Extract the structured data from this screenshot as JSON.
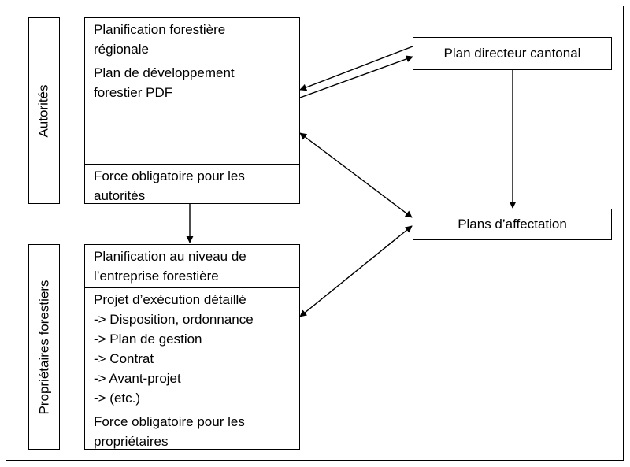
{
  "labels": {
    "authorities": "Autorités",
    "owners": "Propriétaires forestiers"
  },
  "regional": {
    "section1": [
      "Planification forestière",
      "régionale"
    ],
    "section2": [
      "Plan de développement",
      "forestier PDF"
    ],
    "section3": [
      "Force obligatoire pour les",
      "autorités"
    ]
  },
  "enterprise": {
    "section1": [
      "Planification au niveau de",
      "l’entreprise forestière"
    ],
    "section2": [
      "Projet d’exécution détaillé",
      "-> Disposition, ordonnance",
      "-> Plan de gestion",
      "-> Contrat",
      "-> Avant-projet",
      "-> (etc.)"
    ],
    "section3": [
      "Force obligatoire pour les",
      "propriétaires"
    ]
  },
  "plan_directeur": "Plan directeur cantonal",
  "plans_affectation": "Plans d’affectation"
}
